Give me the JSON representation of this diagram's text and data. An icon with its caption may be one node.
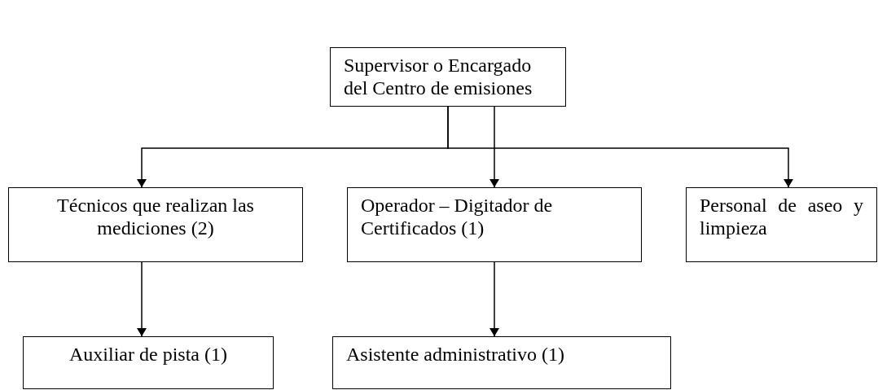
{
  "diagram": {
    "nodes": [
      {
        "text": [
          "Supervisor o Encargado del Centro de emisiones"
        ]
      },
      {
        "text": [
          "Técnicos que realizan las mediciones (2)"
        ]
      },
      {
        "text": [
          "Operador – Digitador de Certificados (1)"
        ]
      },
      {
        "text": [
          "Personal de aseo y limpieza"
        ]
      },
      {
        "text": [
          "Auxiliar de pista (1)"
        ]
      },
      {
        "text": [
          "Asistente administrativo (1)"
        ]
      }
    ],
    "edges": [
      {
        "from": 0,
        "to": 1,
        "arrow": "to"
      },
      {
        "from": 0,
        "to": 2,
        "arrow": "to"
      },
      {
        "from": 0,
        "to": 3,
        "arrow": "to"
      },
      {
        "from": 1,
        "to": 4,
        "arrow": "to"
      },
      {
        "from": 2,
        "to": 5,
        "arrow": "to"
      }
    ]
  }
}
